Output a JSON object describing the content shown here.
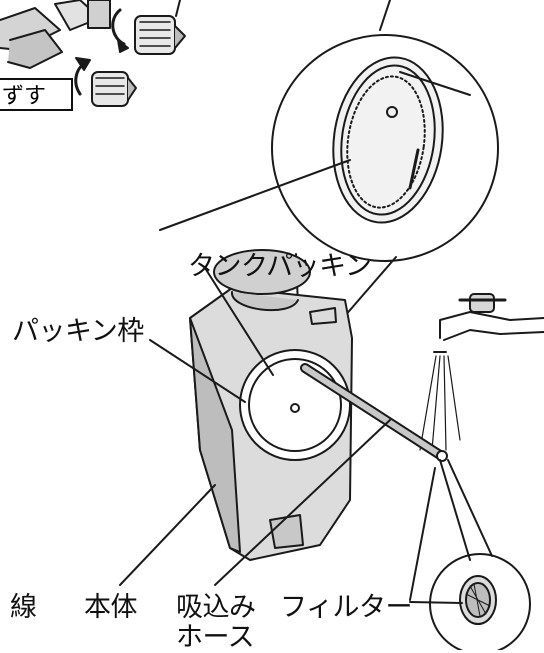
{
  "labels": {
    "tank_packing": "タンクパッキン",
    "packing_frame": "パッキン枠",
    "main_body": "本体",
    "suction_hose_line1": "吸込み",
    "suction_hose_line2": "ホース",
    "filter": "フィルター",
    "cord_partial": "線",
    "remove_partial": "ずす"
  },
  "colors": {
    "line": "#1a1a1a",
    "body_fill": "#dcdcdc",
    "body_shade": "#bdbdbd",
    "hose_fill": "#c8c8c8"
  }
}
